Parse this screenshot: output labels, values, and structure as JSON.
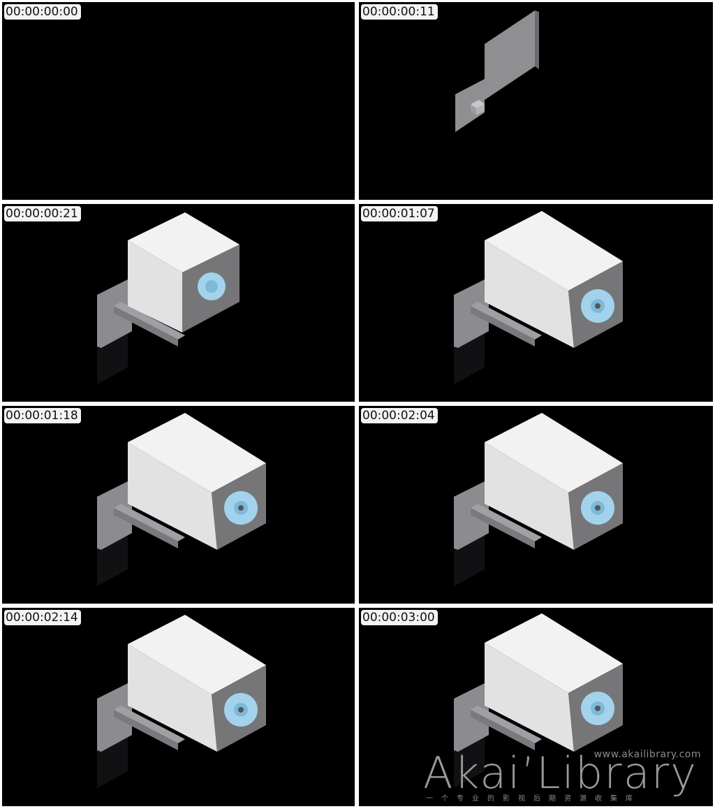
{
  "frames": [
    {
      "timecode": "00:00:00:00"
    },
    {
      "timecode": "00:00:00:11"
    },
    {
      "timecode": "00:00:00:21"
    },
    {
      "timecode": "00:00:01:07"
    },
    {
      "timecode": "00:00:01:18"
    },
    {
      "timecode": "00:00:02:04"
    },
    {
      "timecode": "00:00:02:14"
    },
    {
      "timecode": "00:00:03:00"
    }
  ],
  "watermark": {
    "url": "www.akailibrary.com",
    "logo": "Akai’Library",
    "tagline": "一个专业的影视后期资源收集库"
  },
  "colors": {
    "background": "#000000",
    "camera_body": "#ececec",
    "bracket": "#8c8c90",
    "lens": "#9fd3ec"
  }
}
